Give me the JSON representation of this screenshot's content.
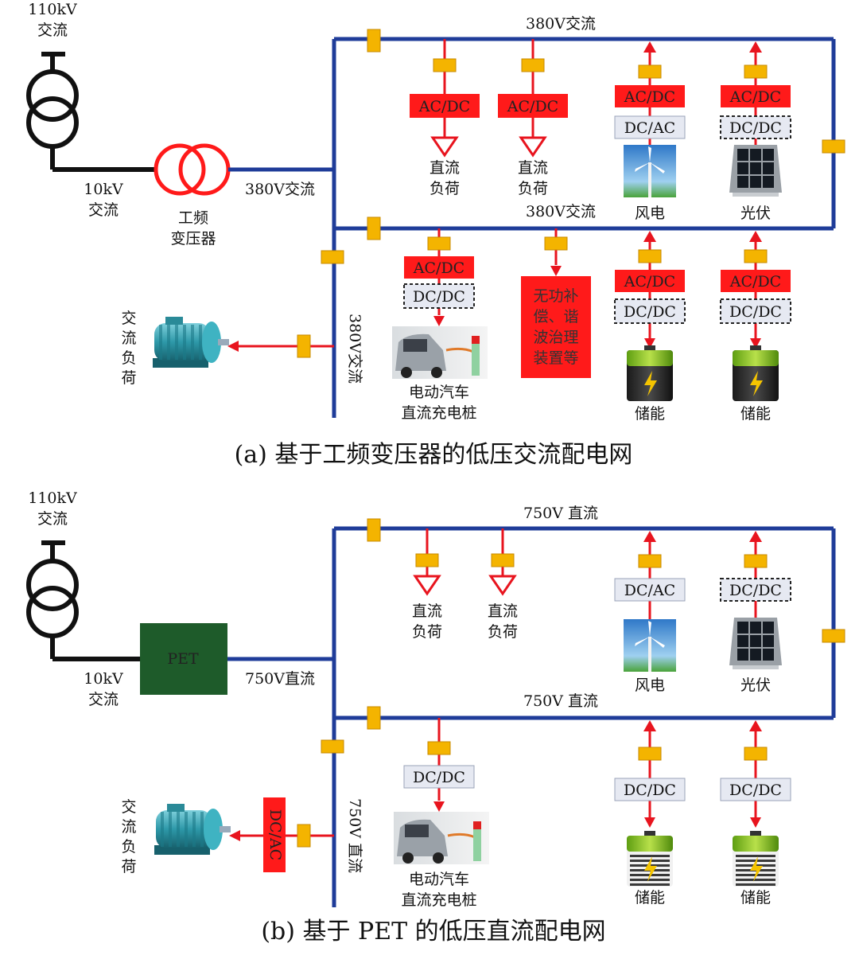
{
  "colors": {
    "bus": "#1f3c99",
    "converter_red": "#ff1a1a",
    "arrow_red": "#e8141e",
    "breaker": "#f4b400",
    "breaker_edge": "#c78a00",
    "line_black": "#111111",
    "pet_green": "#1e5b2a",
    "dc_box_fill": "#e6e9f2",
    "dc_box_edge": "#9aa3b8"
  },
  "icons": [
    "transformer-icon",
    "wind-turbine-icon",
    "solar-panel-icon",
    "battery-icon",
    "ev-charger-icon",
    "motor-icon"
  ],
  "panel_a": {
    "caption": "(a)  基于工频变压器的低压交流配电网",
    "grid_110kv": [
      "110kV",
      "交流"
    ],
    "line_10kv": [
      "10kV",
      "交流"
    ],
    "transformer_label": [
      "工频",
      "变压器"
    ],
    "feeder_label": "380V交流",
    "top_bus_label": "380V交流",
    "middle_bus_label": "380V交流",
    "vertical_bus_label": "380V交流",
    "dc_load_converter": "AC/DC",
    "dc_load_label": [
      "直流",
      "负荷"
    ],
    "wind": {
      "conv1": "AC/DC",
      "conv2": "DC/AC",
      "label": "风电"
    },
    "pv": {
      "conv1": "AC/DC",
      "conv2": "DC/DC",
      "label": "光伏"
    },
    "ev": {
      "conv1": "AC/DC",
      "conv2": "DC/DC",
      "label": [
        "电动汽车",
        "直流充电桩"
      ]
    },
    "compensation": [
      "无功补",
      "偿、谐",
      "波治理",
      "装置等"
    ],
    "storage": {
      "conv1": "AC/DC",
      "conv2": "DC/DC",
      "label": "储能"
    },
    "ac_load_label": [
      "交",
      "流",
      "负",
      "荷"
    ]
  },
  "panel_b": {
    "caption": "(b)  基于 PET 的低压直流配电网",
    "grid_110kv": [
      "110kV",
      "交流"
    ],
    "line_10kv": [
      "10kV",
      "交流"
    ],
    "pet_label": "PET",
    "feeder_label": "750V直流",
    "top_bus_label": "750V 直流",
    "middle_bus_label": "750V 直流",
    "vertical_bus_label": "750V 直流",
    "dc_load_label": [
      "直流",
      "负荷"
    ],
    "wind": {
      "conv": "DC/AC",
      "label": "风电"
    },
    "pv": {
      "conv": "DC/DC",
      "label": "光伏"
    },
    "ev": {
      "conv": "DC/DC",
      "label": [
        "电动汽车",
        "直流充电桩"
      ]
    },
    "storage": {
      "conv": "DC/DC",
      "label": "储能"
    },
    "motor_converter": "DC/AC",
    "ac_load_label": [
      "交",
      "流",
      "负",
      "荷"
    ]
  }
}
